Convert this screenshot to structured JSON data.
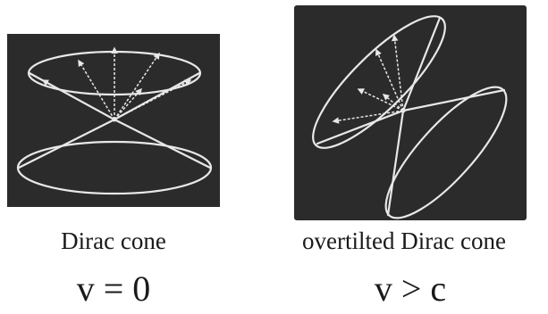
{
  "figure": {
    "left": {
      "caption": "Dirac cone",
      "velocity": "v = 0"
    },
    "right": {
      "caption": "overtilted Dirac cone",
      "velocity": "v > c"
    }
  },
  "colors": {
    "panel_background": "#2b2b2b",
    "line": "#e8e8e8",
    "page_background": "#ffffff",
    "text": "#1a1a1a"
  }
}
